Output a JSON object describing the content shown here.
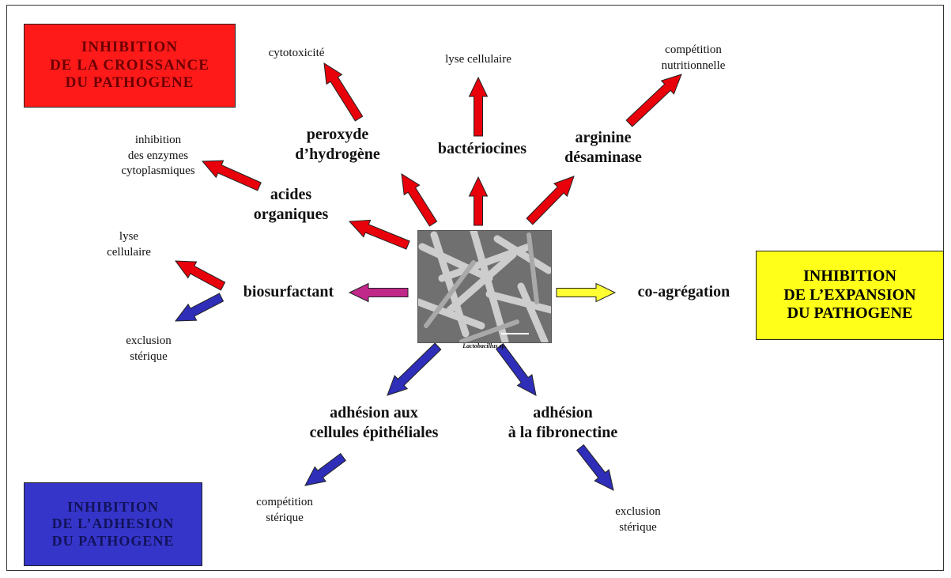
{
  "boxes": {
    "growth": {
      "lines": [
        "INHIBITION",
        "DE LA CROISSANCE",
        "DU PATHOGENE"
      ],
      "color": "#ff1a1a"
    },
    "expansion": {
      "lines": [
        "INHIBITION",
        "DE L’EXPANSION",
        "DU PATHOGENE"
      ],
      "color": "#ffff1a"
    },
    "adhesion": {
      "lines": [
        "INHIBITION",
        "DE L’ADHESION",
        "DU PATHOGENE"
      ],
      "color": "#3535c9"
    }
  },
  "mechanisms": {
    "peroxide": [
      "peroxyde",
      "d’hydrogène"
    ],
    "bacteriocins": [
      "bactériocines"
    ],
    "arginine": [
      "arginine",
      "désaminase"
    ],
    "acids": [
      "acides",
      "organiques"
    ],
    "biosurfactant": [
      "biosurfactant"
    ],
    "coaggregation": [
      "co-agrégation"
    ],
    "adhesion_cells": [
      "adhésion aux",
      "cellules épithéliales"
    ],
    "adhesion_fibronectin": [
      "adhésion",
      "à la fibronectine"
    ]
  },
  "effects": {
    "cytotoxicity": [
      "cytotoxicité"
    ],
    "lysis_top": [
      "lyse cellulaire"
    ],
    "competition_nutritional": [
      "compétition",
      "nutritionnelle"
    ],
    "enzyme_inhibition": [
      "inhibition",
      "des enzymes",
      "cytoplasmiques"
    ],
    "lysis_left": [
      "lyse",
      "cellulaire"
    ],
    "exclusion_left": [
      "exclusion",
      "stérique"
    ],
    "competition_steric": [
      "compétition",
      "stérique"
    ],
    "exclusion_right": [
      "exclusion",
      "stérique"
    ]
  },
  "center_image": {
    "caption": "Lactobacillus sp.",
    "icon": "bacteria-micrograph-icon"
  },
  "arrow_colors": {
    "red": "#e8000b",
    "blue": "#2e2eb8",
    "magenta": "#c0288a",
    "yellow": "#ffff33"
  }
}
